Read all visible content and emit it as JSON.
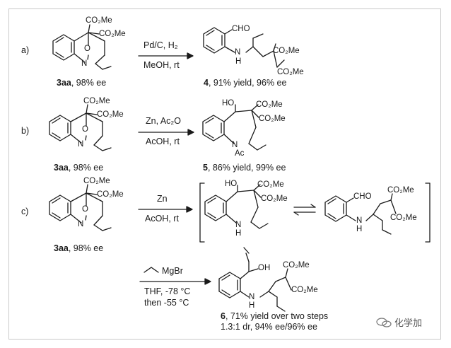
{
  "labels": {
    "a": "a)",
    "b": "b)",
    "c": "c)"
  },
  "groups": {
    "co2me": "CO₂Me",
    "cho": "CHO",
    "ho": "HO",
    "oh": "OH",
    "o": "O",
    "n": "N",
    "nh": "N",
    "h": "H",
    "ac": "Ac"
  },
  "reaction_a": {
    "conditions_top": "Pd/C, H₂",
    "conditions_bottom": "MeOH, rt",
    "sm_id": "3aa",
    "sm_note": ", 98% ee",
    "product_id": "4",
    "product_note": ", 91% yield, 96% ee"
  },
  "reaction_b": {
    "conditions_top": "Zn, Ac₂O",
    "conditions_bottom": "AcOH, rt",
    "sm_id": "3aa",
    "sm_note": ", 98% ee",
    "product_id": "5",
    "product_note": ", 86% yield, 99% ee"
  },
  "reaction_c": {
    "conditions_top": "Zn",
    "conditions_bottom": "AcOH, rt",
    "sm_id": "3aa",
    "sm_note": ", 98% ee"
  },
  "reaction_d": {
    "reagent": "MgBr",
    "conditions_1": "THF, -78 °C",
    "conditions_2": "then -55 °C",
    "product_id": "6",
    "product_note": ", 71% yield over two steps",
    "product_note_2": "1.3:1 dr, 94% ee/96% ee"
  },
  "watermark": "化学加"
}
